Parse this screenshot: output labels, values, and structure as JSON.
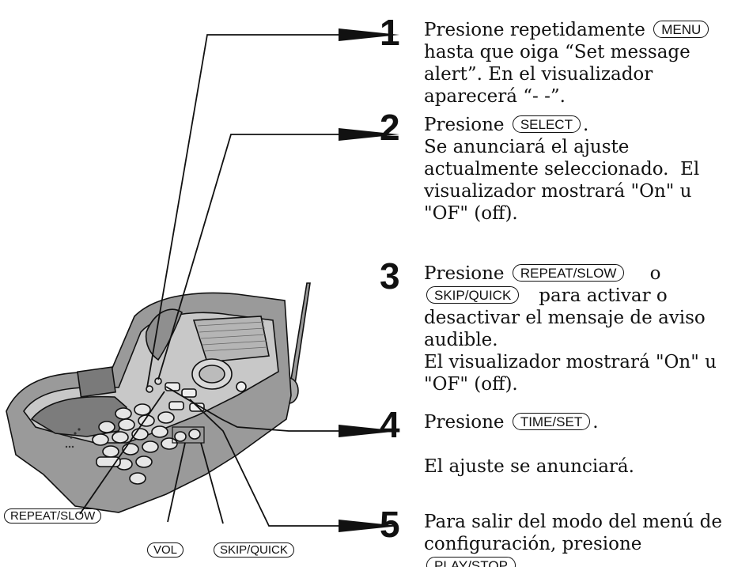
{
  "steps": [
    {
      "number": "1",
      "lines": [
        [
          {
            "t": "Presione repetidamente "
          },
          {
            "k": "MENU"
          }
        ],
        [
          {
            "t": "hasta que oiga “Set message"
          }
        ],
        [
          {
            "t": "alert”. En el visualizador"
          }
        ],
        [
          {
            "t": "aparecerá “- -”."
          }
        ]
      ]
    },
    {
      "number": "2",
      "lines": [
        [
          {
            "t": "Presione "
          },
          {
            "k": "SELECT"
          },
          {
            "t": "."
          }
        ],
        [
          {
            "t": "Se anunciará el ajuste"
          }
        ],
        [
          {
            "t": "actualmente seleccionado.  El"
          }
        ],
        [
          {
            "t": "visualizador mostrará \"On\" u"
          }
        ],
        [
          {
            "t": "\"OF\" (off)."
          }
        ]
      ]
    },
    {
      "number": "3",
      "lines": [
        [
          {
            "t": "Presione "
          },
          {
            "k": "REPEAT/SLOW"
          },
          {
            "t": "    o"
          }
        ],
        [
          {
            "k": "SKIP/QUICK"
          },
          {
            "t": "   para activar o"
          }
        ],
        [
          {
            "t": "desactivar el mensaje de aviso"
          }
        ],
        [
          {
            "t": "audible."
          }
        ],
        [
          {
            "t": "El visualizador mostrará \"On\" u"
          }
        ],
        [
          {
            "t": "\"OF\" (off)."
          }
        ]
      ]
    },
    {
      "number": "4",
      "lines": [
        [
          {
            "t": "Presione "
          },
          {
            "k": "TIME/SET"
          },
          {
            "t": "."
          }
        ],
        [
          {
            "t": " "
          }
        ],
        [
          {
            "t": "El ajuste se anunciará."
          }
        ]
      ]
    },
    {
      "number": "5",
      "lines": [
        [
          {
            "t": "Para salir del modo del menú de"
          }
        ],
        [
          {
            "t": "configuración, presione"
          }
        ],
        [
          {
            "k": "PLAY/STOP"
          },
          {
            "t": "."
          }
        ]
      ]
    }
  ],
  "callouts": {
    "repeat_slow": "REPEAT/SLOW",
    "vol": "VOL",
    "skip_quick": "SKIP/QUICK"
  }
}
